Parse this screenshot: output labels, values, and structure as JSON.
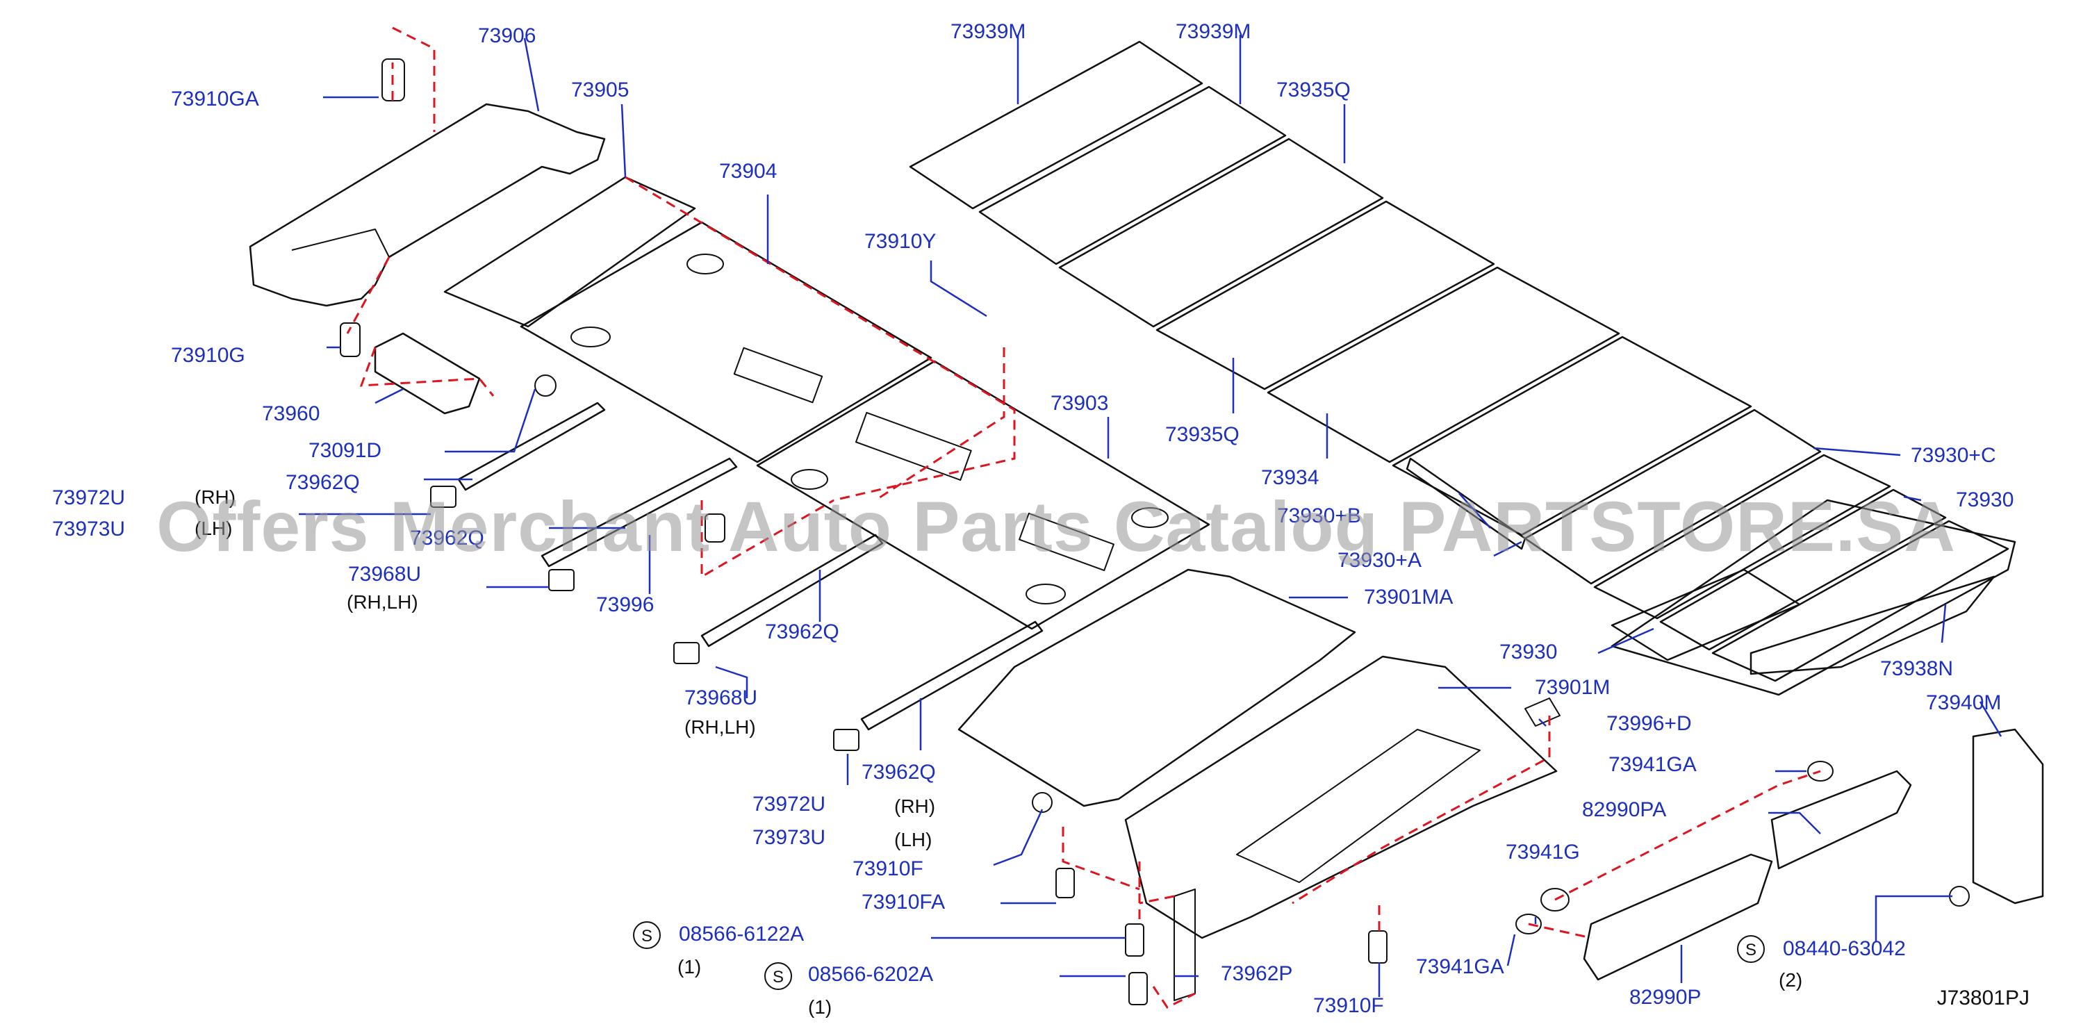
{
  "diagram": {
    "code": "J73801PJ",
    "watermark": "Offers Merchant Auto Parts Catalog PARTSTORE.SA",
    "line_color": "#1c2fbf",
    "part_color": "#111111",
    "dash_color": "#e0141e"
  },
  "labels": {
    "p73906": "73906",
    "p73910GA": "73910GA",
    "p73905": "73905",
    "p73904": "73904",
    "p73910Y": "73910Y",
    "p73939M_a": "73939M",
    "p73939M_b": "73939M",
    "p73935Q_a": "73935Q",
    "p73935Q_b": "73935Q",
    "p73934": "73934",
    "p73903": "73903",
    "p73930C": "73930+C",
    "p73930_a": "73930",
    "p73930B": "73930+B",
    "p73930A": "73930+A",
    "p73930_b": "73930",
    "p73938N": "73938N",
    "p73910G": "73910G",
    "p73960": "73960",
    "p73091D": "73091D",
    "p73962Q_a": "73962Q",
    "p73972U_a": "73972U",
    "p73973U_a": "73973U",
    "p73962Q_b": "73962Q",
    "p73968U_a": "73968U",
    "p73996": "73996",
    "p73962Q_c": "73962Q",
    "p73901MA": "73901MA",
    "p73968U_b": "73968U",
    "p73901M": "73901M",
    "p73996D": "73996+D",
    "p73940M": "73940M",
    "p73941GA_a": "73941GA",
    "p82990PA": "82990PA",
    "p73962Q_d": "73962Q",
    "p73972U_b": "73972U",
    "p73973U_b": "73973U",
    "p73910F_a": "73910F",
    "p73941G": "73941G",
    "p73910FA": "73910FA",
    "p08566_6122A": "08566-6122A",
    "p08566_6202A": "08566-6202A",
    "p73962P": "73962P",
    "p73941GA_b": "73941GA",
    "p73910F_b": "73910F",
    "p82990P": "82990P",
    "p08440_63042": "08440-63042"
  },
  "notes": {
    "rh_a": "(RH)",
    "lh_a": "(LH)",
    "rhlh_a": "(RH,LH)",
    "rhlh_b": "(RH,LH)",
    "rh_b": "(RH)",
    "lh_b": "(LH)",
    "qty_1a": "(1)",
    "qty_1b": "(1)",
    "qty_2": "(2)",
    "s_a": "S",
    "s_b": "S",
    "s_c": "S"
  }
}
